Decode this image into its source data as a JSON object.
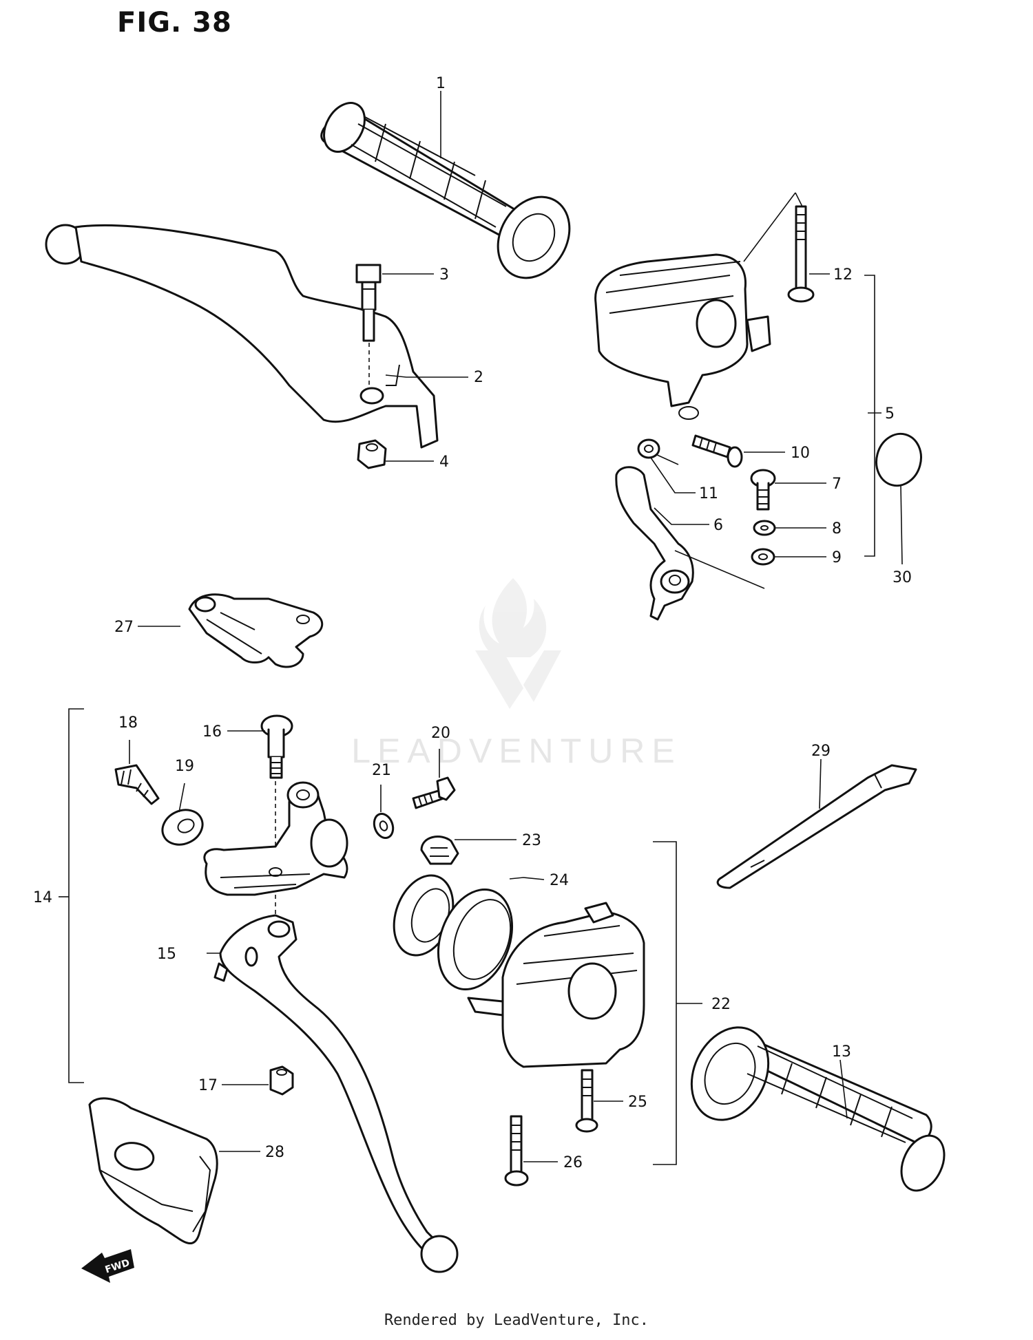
{
  "figure": {
    "title": "FIG. 38"
  },
  "watermark": {
    "text": "LEADVENTURE"
  },
  "footer": {
    "text": "Rendered by LeadVenture, Inc."
  },
  "direction_marker": {
    "text": "FWD"
  },
  "callouts": [
    "1",
    "2",
    "3",
    "4",
    "5",
    "6",
    "7",
    "8",
    "9",
    "10",
    "11",
    "12",
    "13",
    "14",
    "15",
    "16",
    "17",
    "18",
    "19",
    "20",
    "21",
    "22",
    "23",
    "24",
    "25",
    "26",
    "27",
    "28",
    "29",
    "30"
  ]
}
